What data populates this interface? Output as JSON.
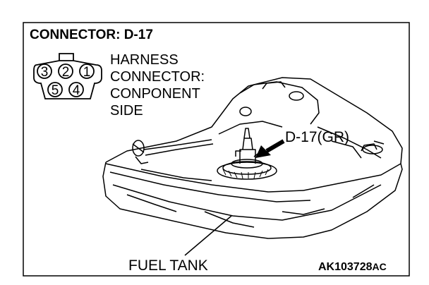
{
  "header": {
    "title": "CONNECTOR: D-17"
  },
  "connector": {
    "pins": [
      "3",
      "2",
      "1",
      "5",
      "4"
    ],
    "description_lines": [
      "HARNESS",
      "CONNECTOR:",
      "CONPONENT",
      "SIDE"
    ]
  },
  "callouts": {
    "connector_label": "D-17(GR)",
    "tank_label": "FUEL TANK"
  },
  "footer": {
    "figure_code_main": "AK103728",
    "figure_code_suffix": "AC"
  },
  "colors": {
    "ink": "#000000",
    "background": "#ffffff"
  }
}
